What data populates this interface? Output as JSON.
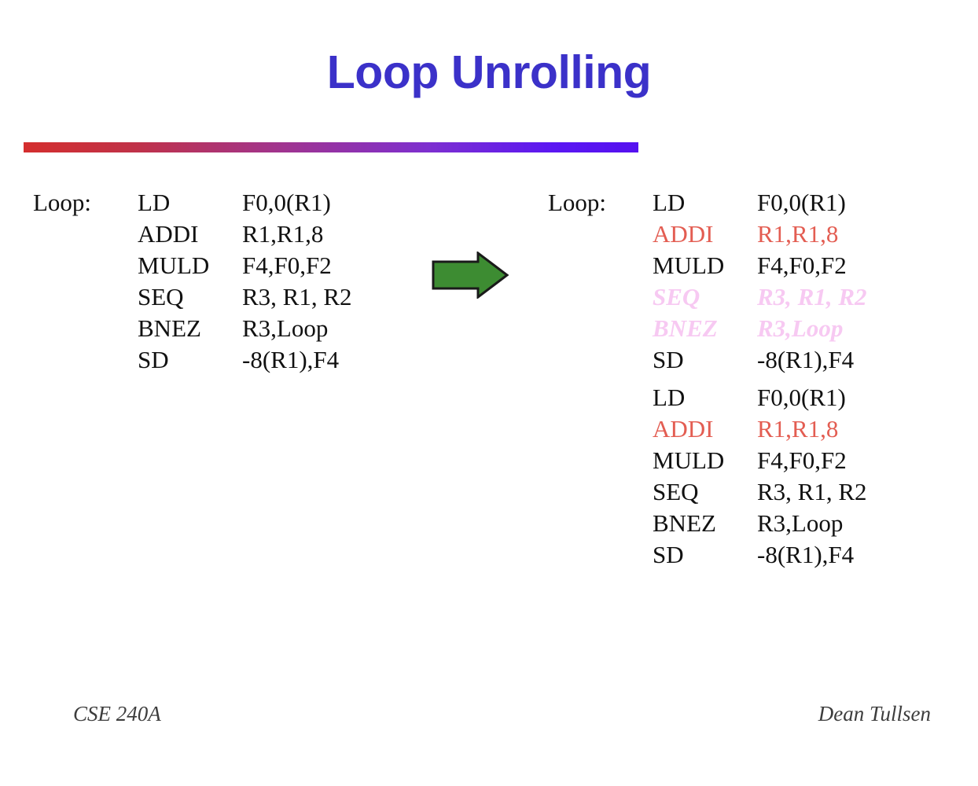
{
  "slide": {
    "title": "Loop Unrolling",
    "title_color": "#3b31c9",
    "rule_gradient_from": "#d42e2e",
    "rule_gradient_to": "#5511f0"
  },
  "arrow": {
    "name": "green-right-arrow",
    "fill_color": "#3d8c32",
    "stroke_color": "#1a1a1a"
  },
  "colors": {
    "normal_text": "#111111",
    "highlight_red": "#e35d52",
    "faded_pink": "#f7c9f2"
  },
  "left_code": {
    "caption": "original-loop",
    "lines": [
      {
        "label": "Loop:",
        "op": "LD",
        "args": "F0,0(R1)",
        "style": "normal"
      },
      {
        "label": "",
        "op": "ADDI",
        "args": "R1,R1,8",
        "style": "normal"
      },
      {
        "label": "",
        "op": "MULD",
        "args": "F4,F0,F2",
        "style": "normal"
      },
      {
        "label": "",
        "op": "SEQ",
        "args": "R3, R1, R2",
        "style": "normal"
      },
      {
        "label": "",
        "op": "BNEZ",
        "args": "R3,Loop",
        "style": "normal"
      },
      {
        "label": "",
        "op": "SD",
        "args": "-8(R1),F4",
        "style": "normal"
      }
    ]
  },
  "right_code": {
    "caption": "unrolled-loop",
    "lines": [
      {
        "label": "Loop:",
        "op": "LD",
        "args": "F0,0(R1)",
        "style": "normal",
        "gap": false
      },
      {
        "label": "",
        "op": "ADDI",
        "args": "R1,R1,8",
        "style": "red",
        "gap": false
      },
      {
        "label": "",
        "op": "MULD",
        "args": "F4,F0,F2",
        "style": "normal",
        "gap": false
      },
      {
        "label": "",
        "op": "SEQ",
        "args": "R3, R1, R2",
        "style": "faded",
        "gap": false
      },
      {
        "label": "",
        "op": "BNEZ",
        "args": "R3,Loop",
        "style": "faded",
        "gap": false
      },
      {
        "label": "",
        "op": "SD",
        "args": "-8(R1),F4",
        "style": "normal",
        "gap": false
      },
      {
        "label": "",
        "op": "LD",
        "args": "F0,0(R1)",
        "style": "normal",
        "gap": true
      },
      {
        "label": "",
        "op": "ADDI",
        "args": "R1,R1,8",
        "style": "red",
        "gap": false
      },
      {
        "label": "",
        "op": "MULD",
        "args": "F4,F0,F2",
        "style": "normal",
        "gap": false
      },
      {
        "label": "",
        "op": "SEQ",
        "args": "R3, R1, R2",
        "style": "normal",
        "gap": false
      },
      {
        "label": "",
        "op": "BNEZ",
        "args": "R3,Loop",
        "style": "normal",
        "gap": false
      },
      {
        "label": "",
        "op": "SD",
        "args": "-8(R1),F4",
        "style": "normal",
        "gap": false
      }
    ]
  },
  "footer": {
    "course": "CSE 240A",
    "author": "Dean Tullsen"
  }
}
